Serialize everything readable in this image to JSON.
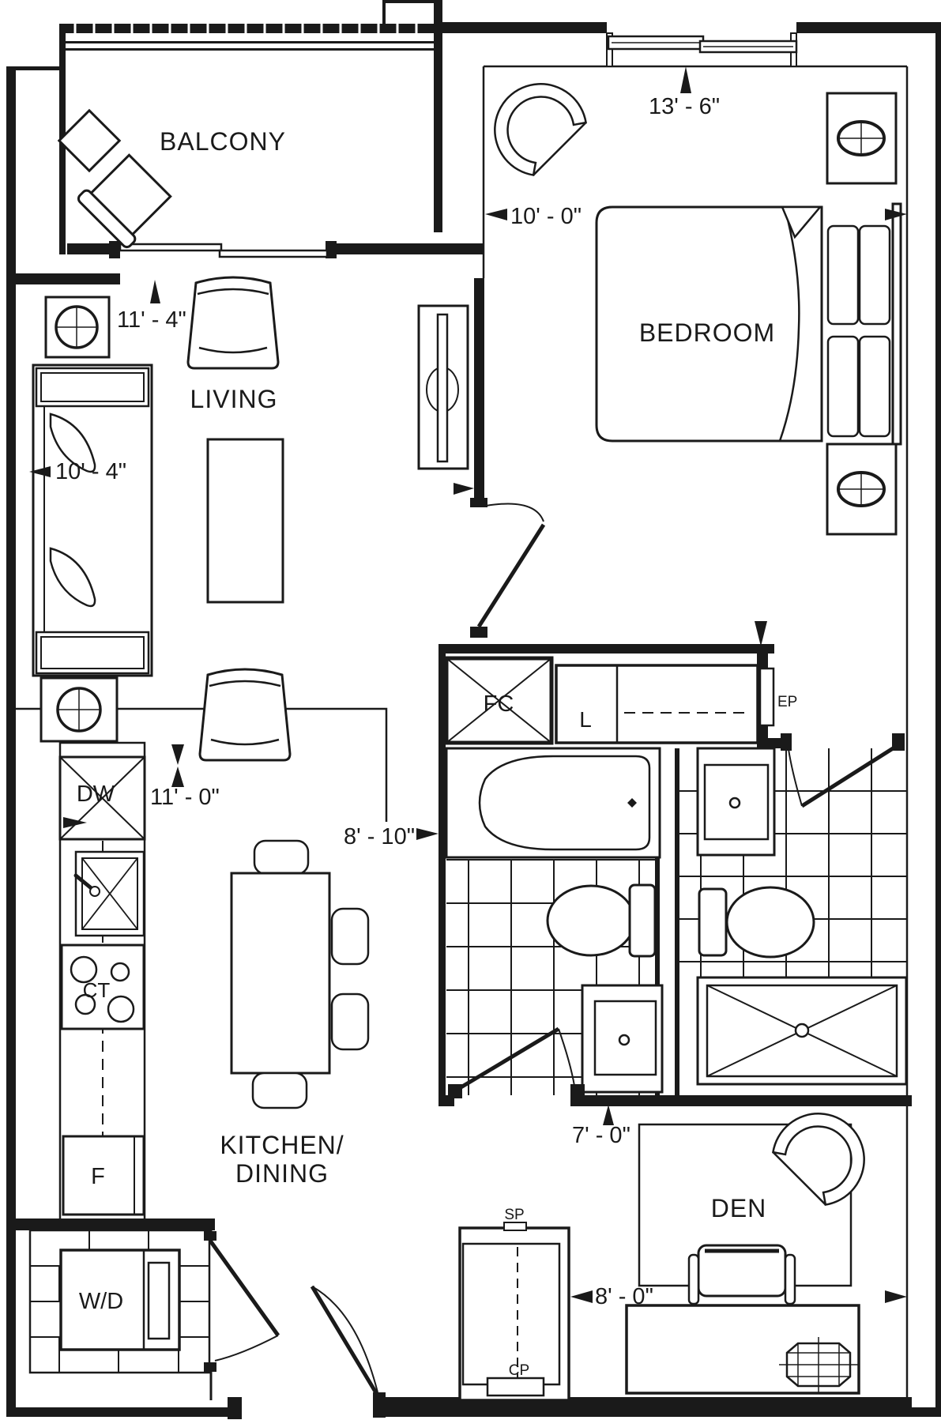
{
  "drawing": {
    "type": "residential floor plan",
    "line_color": "#1a1a1a",
    "background_color": "#ffffff"
  },
  "rooms": {
    "balcony": {
      "label": "BALCONY"
    },
    "bedroom": {
      "label": "BEDROOM"
    },
    "living": {
      "label": "LIVING"
    },
    "kitchen_dining": {
      "label_line1": "KITCHEN/",
      "label_line2": "DINING"
    },
    "den": {
      "label": "DEN"
    }
  },
  "fixtures": {
    "fan_coil": {
      "label": "FC"
    },
    "linen_closet": {
      "label": "L"
    },
    "electrical_panel": {
      "label": "EP"
    },
    "dishwasher": {
      "label": "DW"
    },
    "cooktop": {
      "label": "CT"
    },
    "fridge": {
      "label": "F"
    },
    "washer_dryer": {
      "label": "W/D"
    },
    "sp_point": {
      "label": "SP"
    },
    "cp_point": {
      "label": "CP"
    }
  },
  "dimensions": {
    "balcony_width": {
      "label": "11' - 4\""
    },
    "bedroom_length": {
      "label": "13' - 6\""
    },
    "bedroom_width": {
      "label": "10' - 0\""
    },
    "living_length": {
      "label": "10' - 4\""
    },
    "kitchen_length": {
      "label": "11' - 0\""
    },
    "bath_length": {
      "label": "8' - 10\""
    },
    "den_length": {
      "label": "7' - 0\""
    },
    "den_width": {
      "label": "8' - 0\""
    }
  }
}
